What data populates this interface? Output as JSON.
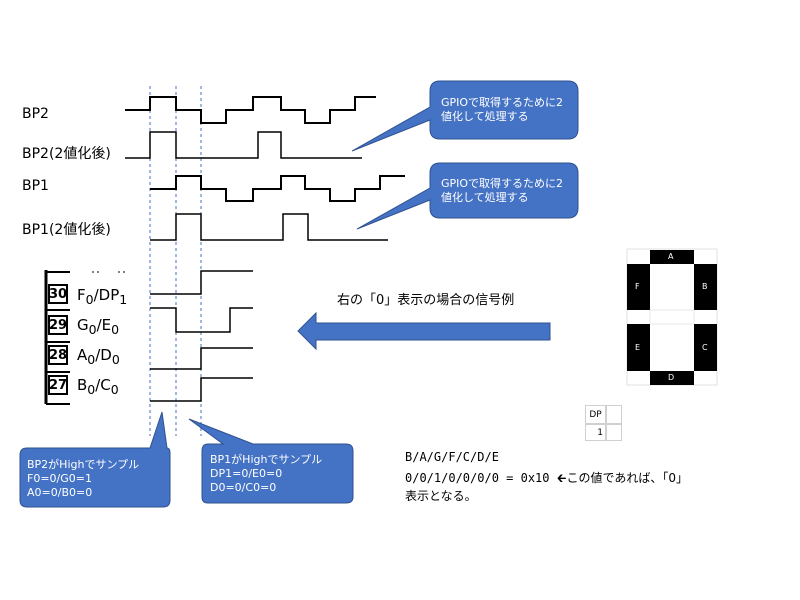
{
  "signals": [
    {
      "id": "bp2",
      "label": "BP2"
    },
    {
      "id": "bp2b",
      "label": "BP2(2値化後)"
    },
    {
      "id": "bp1",
      "label": "BP1"
    },
    {
      "id": "bp1b",
      "label": "BP1(2値化後)"
    }
  ],
  "pins": [
    {
      "number": "30",
      "main": "F",
      "sub0": "0",
      "sep": "/DP",
      "sub1": "1"
    },
    {
      "number": "29",
      "main": "G",
      "sub0": "0",
      "sep": "/E",
      "sub1": "0"
    },
    {
      "number": "28",
      "main": "A",
      "sub0": "0",
      "sep": "/D",
      "sub1": "0"
    },
    {
      "number": "27",
      "main": "B",
      "sub0": "0",
      "sep": "/C",
      "sub1": "0"
    }
  ],
  "callouts": {
    "gpio1": "GPIOで取得するために2\n値化して処理する",
    "gpio2": "GPIOで取得するために2\n値化して処理する",
    "bp2_sample": "BP2がHighでサンプル\nF0=0/G0=1\nA0=0/B0=0",
    "bp1_sample": "BP1がHighでサンプル\nDP1=0/E0=0\nD0=0/C0=0"
  },
  "arrow_label": "右の「0」表示の場合の信号例",
  "segments": {
    "A": "A",
    "B": "B",
    "C": "C",
    "D": "D",
    "E": "E",
    "F": "F"
  },
  "dp_table": {
    "header": "DP",
    "value": "1"
  },
  "note": {
    "line1": "B/A/G/F/C/D/E",
    "line2_code": "0/0/1/0/0/0/0 = 0x10 ",
    "line2_arrow": "🡰",
    "line2_text": "この値であれば、「0」",
    "line3": "表示となる。"
  },
  "colors": {
    "callout_fill": "#4472c4",
    "callout_border": "#2f528f",
    "guide_line": "#4472c4",
    "segment_on": "#000000"
  }
}
